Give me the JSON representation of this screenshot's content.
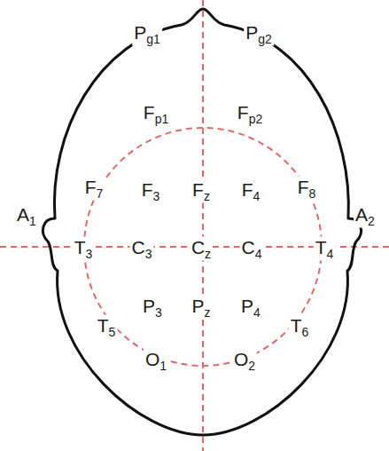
{
  "diagram": {
    "labels": [
      "Pg1",
      "Pg2",
      "Fp1",
      "Fp2",
      "F7",
      "F3",
      "Fz",
      "F4",
      "F8",
      "A1",
      "A2",
      "T3",
      "C3",
      "Cz",
      "C4",
      "T4",
      "P3",
      "Pz",
      "P4",
      "T5",
      "T6",
      "O1",
      "O2"
    ]
  }
}
